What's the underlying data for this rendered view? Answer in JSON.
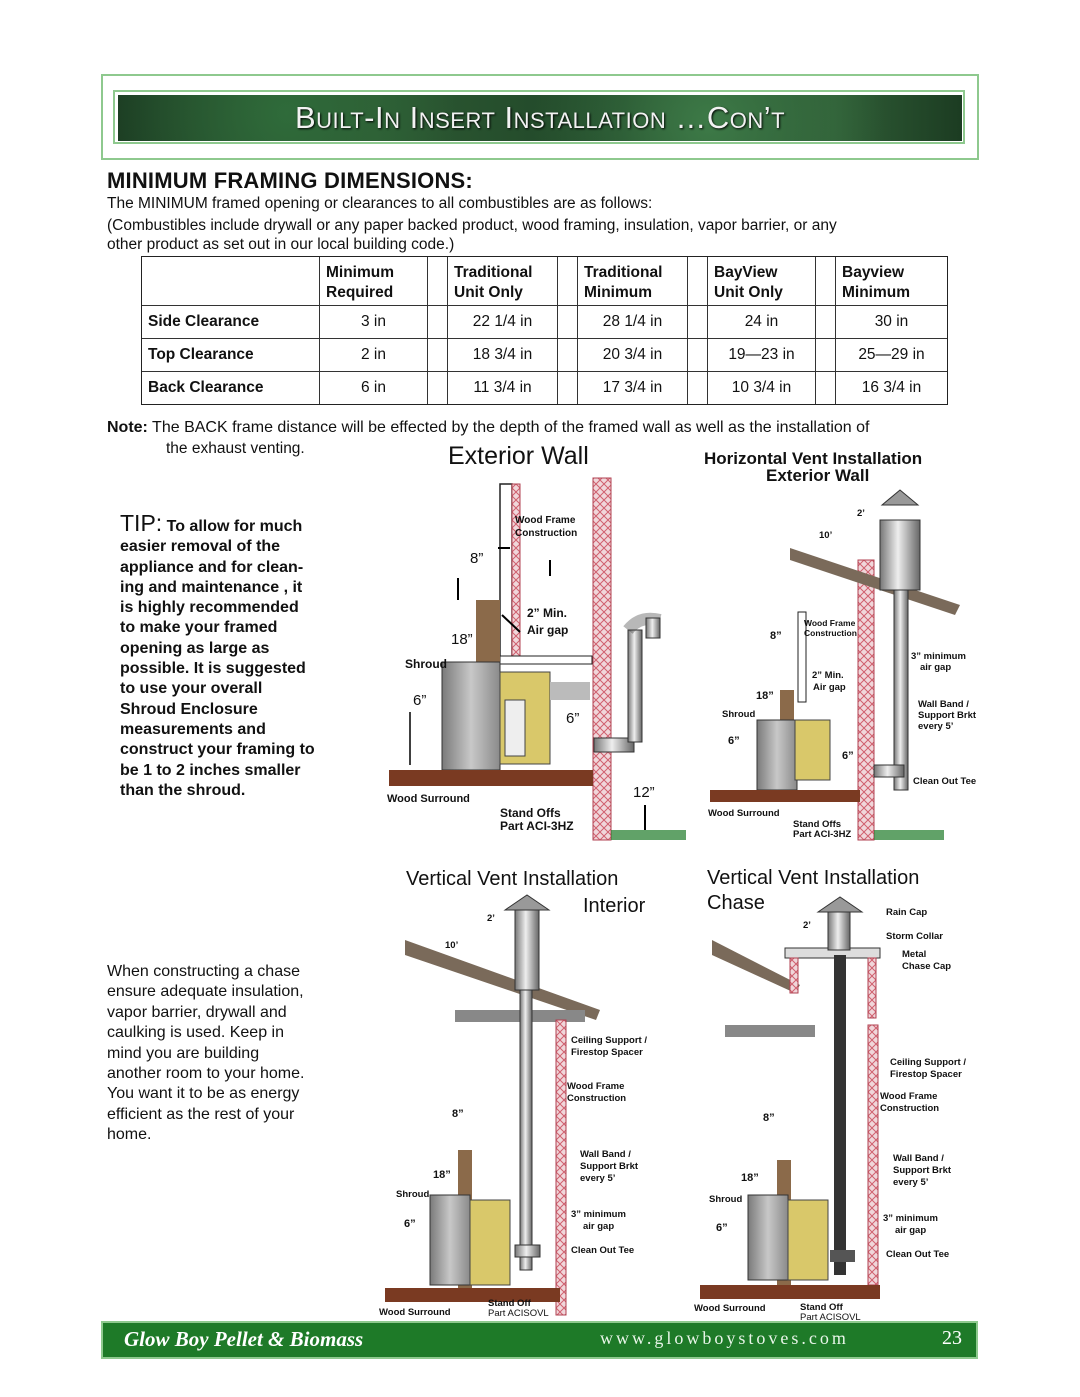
{
  "banner": {
    "title": "Built-In Insert Installation …Con’t"
  },
  "section_title": "MINIMUM FRAMING DIMENSIONS:",
  "intro": {
    "line1": "The MINIMUM framed opening or clearances to all combustibles are as follows:",
    "line2": "(Combustibles include  drywall or any paper backed product, wood framing, insulation, vapor barrier, or any",
    "line3": "other product as set out in our local building code.)"
  },
  "table": {
    "headers": [
      [
        "Minimum",
        "Required"
      ],
      [
        "Traditional",
        "Unit Only"
      ],
      [
        "Traditional",
        "Minimum"
      ],
      [
        "BayView",
        "Unit Only"
      ],
      [
        "Bayview",
        "Minimum"
      ]
    ],
    "rows": [
      {
        "label": "Side Clearance",
        "values": [
          "3 in",
          "22 1/4 in",
          "28 1/4 in",
          "24 in",
          "30 in"
        ]
      },
      {
        "label": "Top Clearance",
        "values": [
          "2 in",
          "18 3/4 in",
          "20 3/4 in",
          "19—23 in",
          "25—29 in"
        ]
      },
      {
        "label": "Back Clearance",
        "values": [
          "6 in",
          "11 3/4 in",
          "17 3/4 in",
          "10 3/4 in",
          "16 3/4 in"
        ]
      }
    ]
  },
  "note": {
    "label": "Note:",
    "text1": "The BACK frame distance will be effected by the depth of the framed wall as well as the installation of",
    "text2": "the exhaust venting."
  },
  "tip": {
    "label": "TIP:",
    "lines": [
      "To allow for much",
      "easier removal of the",
      "appliance and for clean-",
      "ing and maintenance , it",
      "is highly recommended",
      "to make your framed",
      "opening as large as",
      "possible.  It is suggested",
      "to use your overall",
      "Shroud Enclosure",
      "measurements and",
      "construct your framing to",
      "be 1 to 2 inches smaller",
      "than the shroud."
    ]
  },
  "chase_note": {
    "lines": [
      "When constructing a chase",
      "ensure adequate insulation,",
      "vapor barrier, drywall and",
      "caulking is used.   Keep in",
      "mind you are building",
      "another room to your home.",
      "You want it to be as energy",
      "efficient as the rest of your",
      "home."
    ]
  },
  "diagrams": {
    "exterior_wall": {
      "title": "Exterior Wall",
      "labels": {
        "wood_frame": "Wood Frame",
        "construction": "Construction",
        "d8": "8”",
        "min": "2” Min.",
        "air_gap": "Air gap",
        "d18": "18”",
        "shroud": "Shroud",
        "d6a": "6”",
        "d6b": "6”",
        "d12": "12”",
        "wood_surround": "Wood Surround",
        "stand_offs": "Stand Offs",
        "part": "Part ACI-3HZ"
      }
    },
    "horizontal": {
      "title1": "Horizontal Vent Installation",
      "title2": "Exterior Wall",
      "labels": {
        "d2": "2’",
        "d10": "10’",
        "wood_frame": "Wood Frame",
        "construction": "Construction",
        "d8": "8”",
        "min3": "3” minimum",
        "air_gap": "air gap",
        "min2": "2” Min.",
        "air_gap2": "Air gap",
        "d18": "18”",
        "shroud": "Shroud",
        "wall_band": "Wall Band /",
        "support": "Support Brkt",
        "every": "every 5’",
        "d6a": "6”",
        "d6b": "6”",
        "clean_out": "Clean Out Tee",
        "wood_surround": "Wood Surround",
        "stand_offs": "Stand Offs",
        "part": "Part ACI-3HZ"
      }
    },
    "vertical_interior": {
      "title1": "Vertical Vent Installation",
      "title2": "Interior",
      "labels": {
        "d2": "2’",
        "d10": "10’",
        "ceiling": "Ceiling Support /",
        "firestop": "Firestop Spacer",
        "wood_frame": "Wood Frame",
        "construction": "Construction",
        "d8": "8”",
        "wall_band": "Wall Band /",
        "support": "Support Brkt",
        "every": "every 5’",
        "d18": "18”",
        "shroud": "Shroud",
        "min3": "3” minimum",
        "air_gap": "air gap",
        "d6": "6”",
        "clean_out": "Clean Out Tee",
        "stand_off": "Stand Off",
        "wood_surround": "Wood Surround",
        "part": "Part ACISOVL"
      }
    },
    "vertical_chase": {
      "title1": "Vertical Vent Installation",
      "title2": "Chase",
      "labels": {
        "rain_cap": "Rain Cap",
        "d2": "2’",
        "storm_collar": "Storm Collar",
        "metal": "Metal",
        "chase_cap": "Chase Cap",
        "ceiling": "Ceiling Support /",
        "firestop": "Firestop Spacer",
        "wood_frame": "Wood Frame",
        "construction": "Construction",
        "d8": "8”",
        "wall_band": "Wall Band /",
        "support": "Support Brkt",
        "every": "every 5’",
        "d18": "18”",
        "shroud": "Shroud",
        "min3": "3” minimum",
        "air_gap": "air gap",
        "d6": "6”",
        "clean_out": "Clean Out Tee",
        "wood_surround": "Wood Surround",
        "stand_off": "Stand Off",
        "part": "Part ACISOVL"
      }
    }
  },
  "footer": {
    "brand": "Glow Boy  Pellet & Biomass",
    "url": "www.glowboystoves.com",
    "page": "23"
  },
  "colors": {
    "banner_green": "#2d5a33",
    "footer_green": "#1e7a28",
    "border_green": "#8ec98e",
    "wall_pink": "#e07a86",
    "unit_tan": "#d9c86a",
    "floor_brown": "#7a3a22"
  }
}
